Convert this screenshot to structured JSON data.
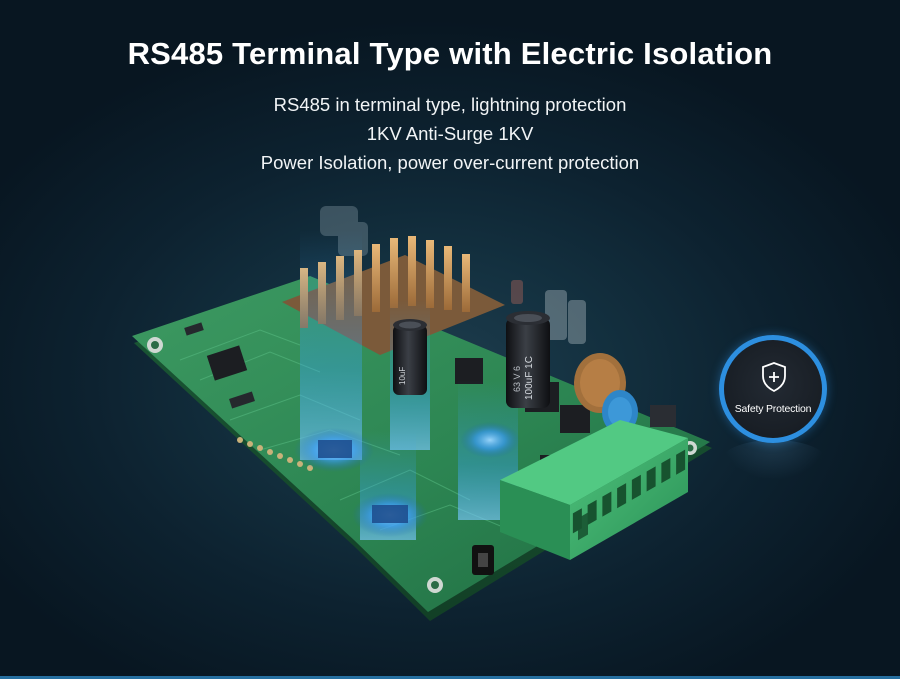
{
  "headline": {
    "title": "RS485 Terminal Type with Electric Isolation",
    "features": [
      "RS485 in terminal type, lightning protection",
      "1KV Anti-Surge 1KV",
      "Power Isolation, power over-current protection"
    ]
  },
  "badge": {
    "label": "Safety Protection",
    "icon": "shield-plus-icon"
  },
  "board": {
    "capacitor_left_text": "10uF",
    "capacitor_right_text": "100uF 1C",
    "capacitor_right_sub": "63 V 6",
    "terminal_pin_count": 8
  },
  "colors": {
    "background": "#0d2230",
    "pcb": "#2f8a52",
    "terminal": "#3cb06a",
    "glow": "#3aa6ff",
    "badge_ring": "#2d8fe0"
  }
}
